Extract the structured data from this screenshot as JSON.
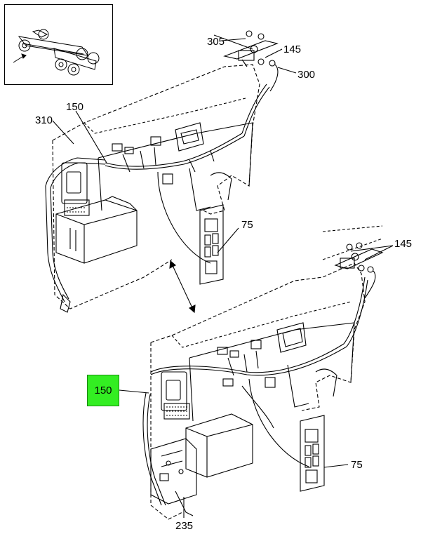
{
  "callouts": {
    "c305": "305",
    "c145_top": "145",
    "c300": "300",
    "c150_top": "150",
    "c310": "310",
    "c75_top": "75",
    "c145_bottom": "145",
    "c150_bottom": "150",
    "c75_bottom": "75",
    "c235": "235"
  },
  "colors": {
    "highlight": "#33ee22",
    "line": "#000000"
  }
}
